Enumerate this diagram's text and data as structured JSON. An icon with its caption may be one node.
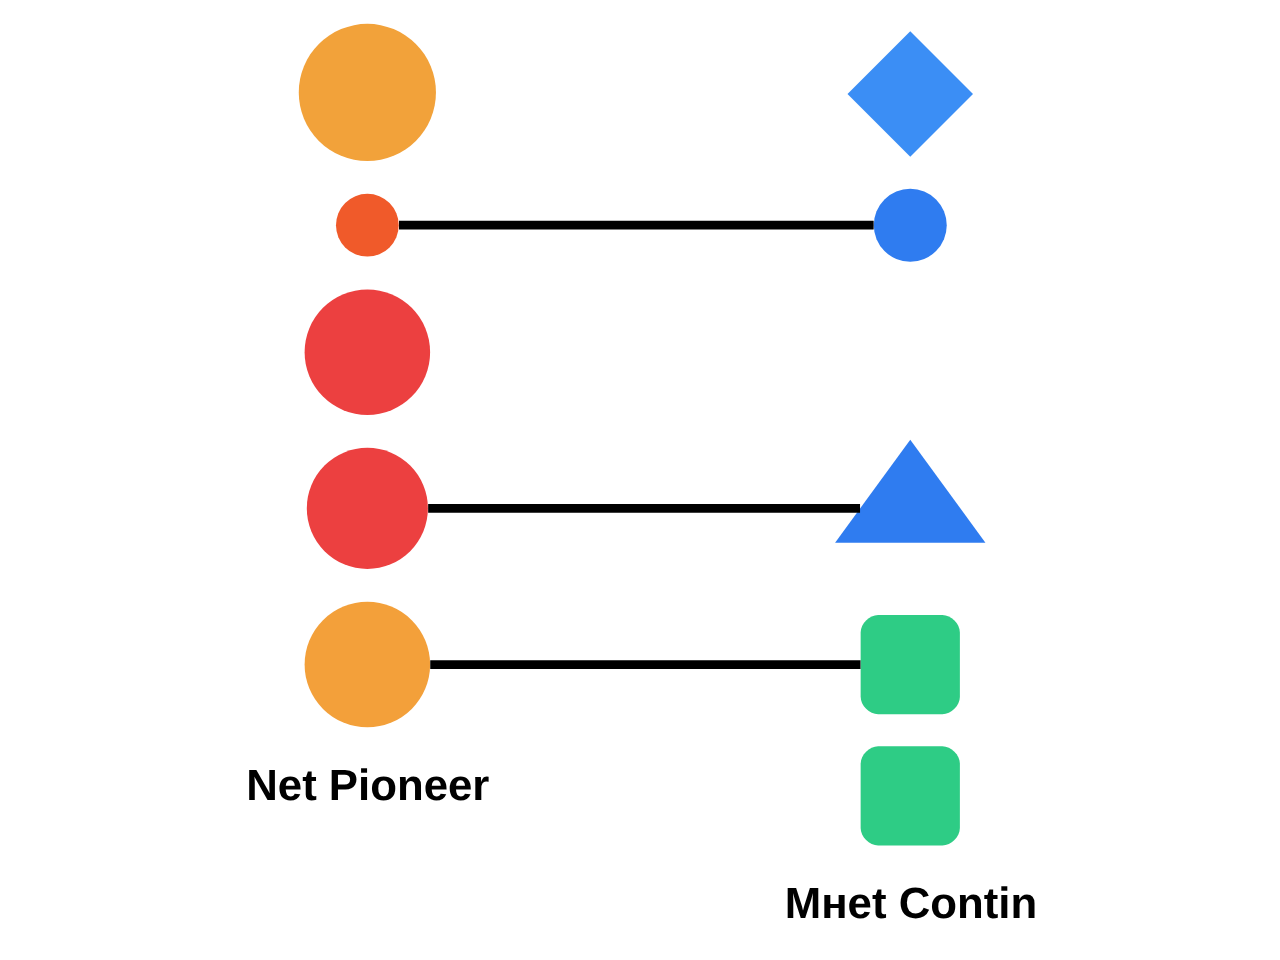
{
  "diagram": {
    "nodes": [
      {
        "text": [],
        "shape": "circle"
      },
      {
        "text": [],
        "shape": "circle"
      },
      {
        "text": [],
        "shape": "triangle"
      },
      {
        "text": [],
        "shape": "diamond"
      },
      {
        "text": [],
        "shape": "circle"
      },
      {
        "text": [],
        "shape": "circle"
      },
      {
        "text": [],
        "shape": "circle"
      },
      {
        "text": [],
        "shape": "circle"
      },
      {
        "text": [],
        "shape": "box"
      },
      {
        "text": [],
        "shape": "box"
      }
    ],
    "edges": [
      {
        "from": 1,
        "to": 8,
        "arrow": "none"
      },
      {
        "from": 4,
        "to": 5,
        "arrow": "none"
      },
      {
        "from": 7,
        "to": 2,
        "arrow": "none"
      }
    ],
    "labels": [
      "Net Pioneer",
      "Mнet Contin"
    ]
  }
}
